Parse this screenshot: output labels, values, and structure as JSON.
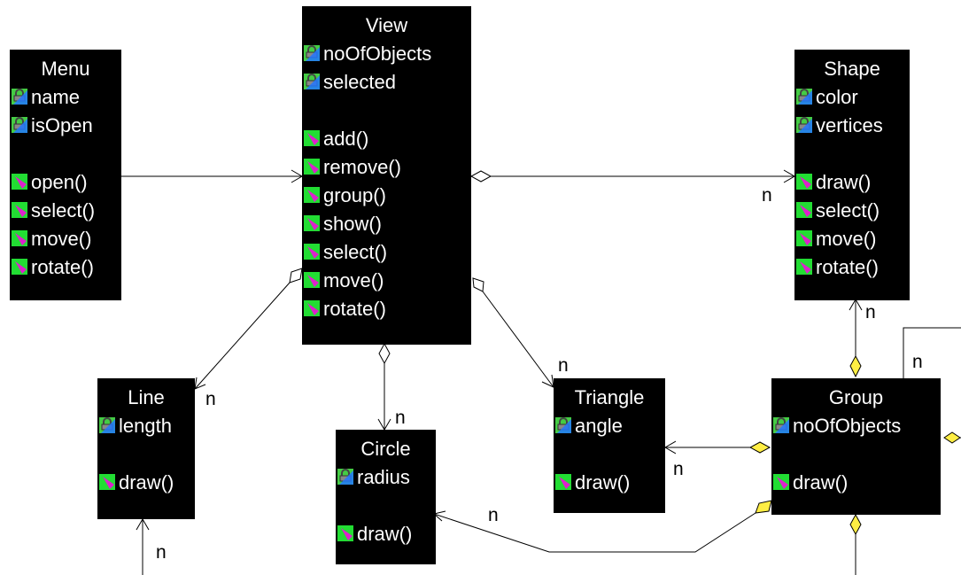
{
  "classes": {
    "menu": {
      "name": "Menu",
      "attrs": [
        "name",
        "isOpen"
      ],
      "methods": [
        "open()",
        "select()",
        "move()",
        "rotate()"
      ]
    },
    "view": {
      "name": "View",
      "attrs": [
        "noOfObjects",
        "selected"
      ],
      "methods": [
        "add()",
        "remove()",
        "group()",
        "show()",
        "select()",
        "move()",
        "rotate()"
      ]
    },
    "shape": {
      "name": "Shape",
      "attrs": [
        "color",
        "vertices"
      ],
      "methods": [
        "draw()",
        "select()",
        "move()",
        "rotate()"
      ]
    },
    "line": {
      "name": "Line",
      "attrs": [
        "length"
      ],
      "methods": [
        "draw()"
      ]
    },
    "circle": {
      "name": "Circle",
      "attrs": [
        "radius"
      ],
      "methods": [
        "draw()"
      ]
    },
    "triangle": {
      "name": "Triangle",
      "attrs": [
        "angle"
      ],
      "methods": [
        "draw()"
      ]
    },
    "group": {
      "name": "Group",
      "attrs": [
        "noOfObjects"
      ],
      "methods": [
        "draw()"
      ]
    }
  },
  "multiplicity": "n",
  "icons": {
    "attribute": "attribute-lock-icon",
    "method": "method-icon"
  },
  "colors": {
    "class_fill": "#000000",
    "class_text": "#ffffff",
    "edge": "#000000",
    "aggregation_fill": "#ffffff",
    "composition_fill": "#ffee44",
    "method_icon_green": "#22dd33",
    "method_icon_magenta": "#dd22cc",
    "attr_icon_green": "#44cc44",
    "attr_icon_blue": "#2277ff"
  }
}
